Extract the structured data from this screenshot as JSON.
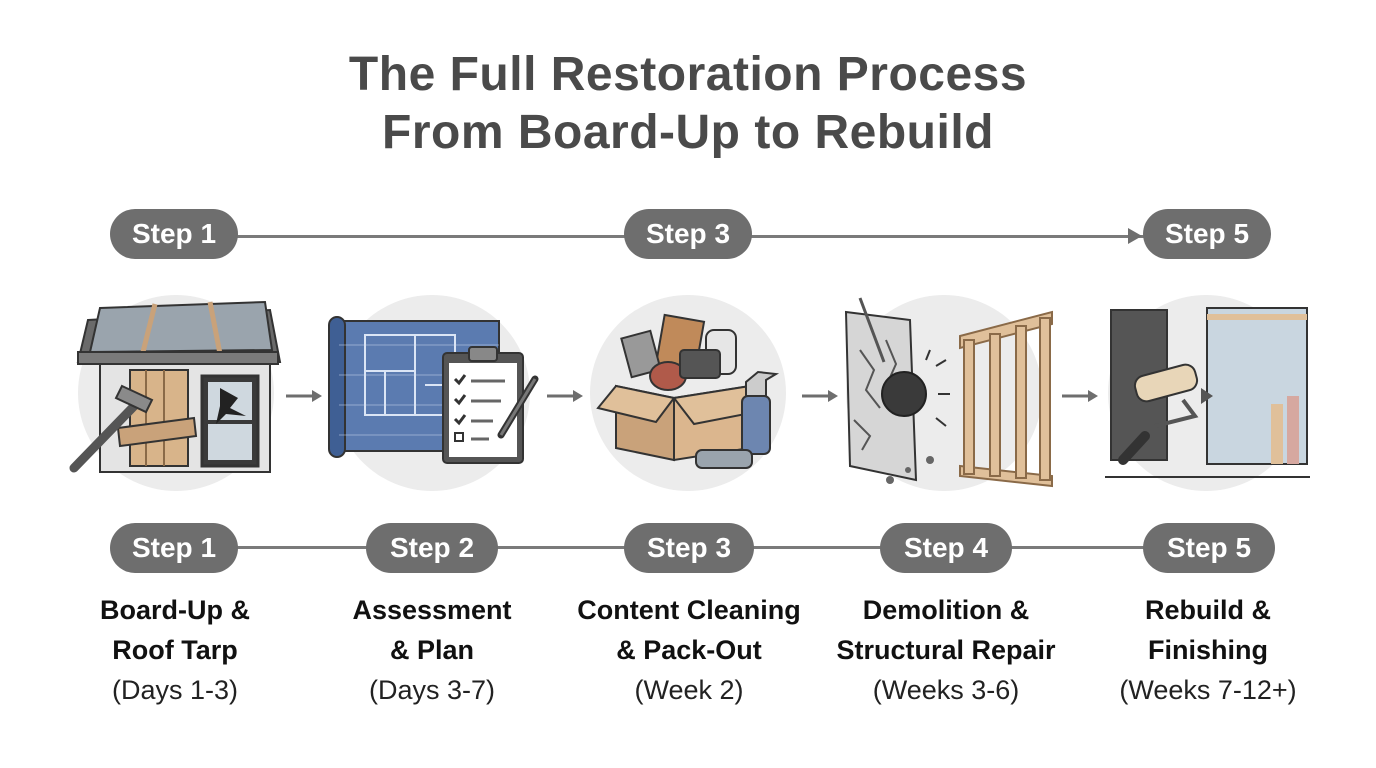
{
  "title": {
    "line1": "The Full Restoration Process",
    "line2": "From Board-Up to Rebuild"
  },
  "top_timeline": {
    "pills": [
      "Step 1",
      "Step 3",
      "Step 5"
    ]
  },
  "steps": [
    {
      "pill": "Step 1",
      "line1": "Board-Up &",
      "line2": "Roof Tarp",
      "duration": "(Days 1-3)",
      "icon": "boarded-house-icon"
    },
    {
      "pill": "Step 2",
      "line1": "Assessment",
      "line2": "& Plan",
      "duration": "(Days 3-7)",
      "icon": "blueprint-clipboard-icon"
    },
    {
      "pill": "Step 3",
      "line1": "Content Cleaning",
      "line2": "& Pack-Out",
      "duration": "(Week 2)",
      "icon": "packing-box-icon"
    },
    {
      "pill": "Step 4",
      "line1": "Demolition &",
      "line2": "Structural Repair",
      "duration": "(Weeks 3-6)",
      "icon": "wrecking-ball-icon"
    },
    {
      "pill": "Step 5",
      "line1": "Rebuild &",
      "line2": "Finishing",
      "duration": "(Weeks 7-12+)",
      "icon": "paint-roller-icon"
    }
  ],
  "colors": {
    "pill": "#6e6e6e",
    "title": "#4a4a4a",
    "circle": "#ececec",
    "blueprint": "#5b7bb0",
    "wood": "#c9a27a"
  }
}
